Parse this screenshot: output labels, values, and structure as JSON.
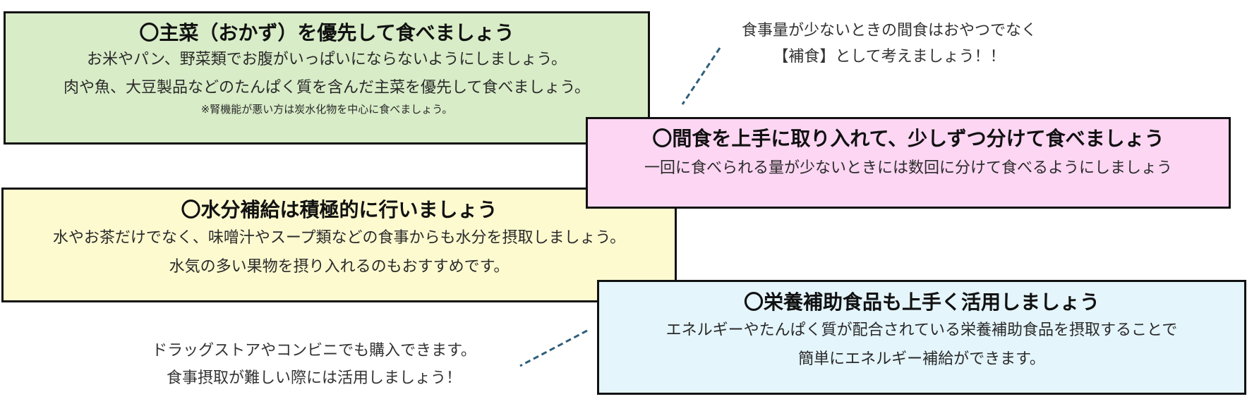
{
  "colors": {
    "main_box_bg": "#d8ecc7",
    "snack_box_bg": "#fcd6f3",
    "water_box_bg": "#fdfad0",
    "supplement_box_bg": "#e4f5fc",
    "border": "#111111",
    "connector": "#2f5f7a"
  },
  "main_dish": {
    "title": "〇主菜（おかず）を優先して食べましょう",
    "lines": [
      "お米やパン、野菜類でお腹がいっぱいにならないようにしましょう。",
      "肉や魚、大豆製品などのたんぱく質を含んだ主菜を優先して食べましょう。"
    ],
    "note": "※腎機能が悪い方は炭水化物を中心に食べましょう。"
  },
  "snack_note": {
    "lines": [
      "食事量が少ないときの間食はおやつでなく",
      "【補食】として考えましょう！！"
    ]
  },
  "snack": {
    "title": "〇間食を上手に取り入れて、少しずつ分けて食べましょう",
    "lines": [
      "一回に食べられる量が少ないときには数回に分けて食べるようにしましょう"
    ]
  },
  "water": {
    "title": "〇水分補給は積極的に行いましょう",
    "lines": [
      "水やお茶だけでなく、味噌汁やスープ類などの食事からも水分を摂取しましょう。",
      "水気の多い果物を摂り入れるのもおすすめです。"
    ]
  },
  "supplement": {
    "title": "〇栄養補助食品も上手く活用しましょう",
    "lines": [
      "エネルギーやたんぱく質が配合されている栄養補助食品を摂取することで",
      "簡単にエネルギー補給ができます。"
    ]
  },
  "supplement_note": {
    "lines": [
      "ドラッグストアやコンビニでも購入できます。",
      "食事摂取が難しい際には活用しましょう！"
    ]
  }
}
